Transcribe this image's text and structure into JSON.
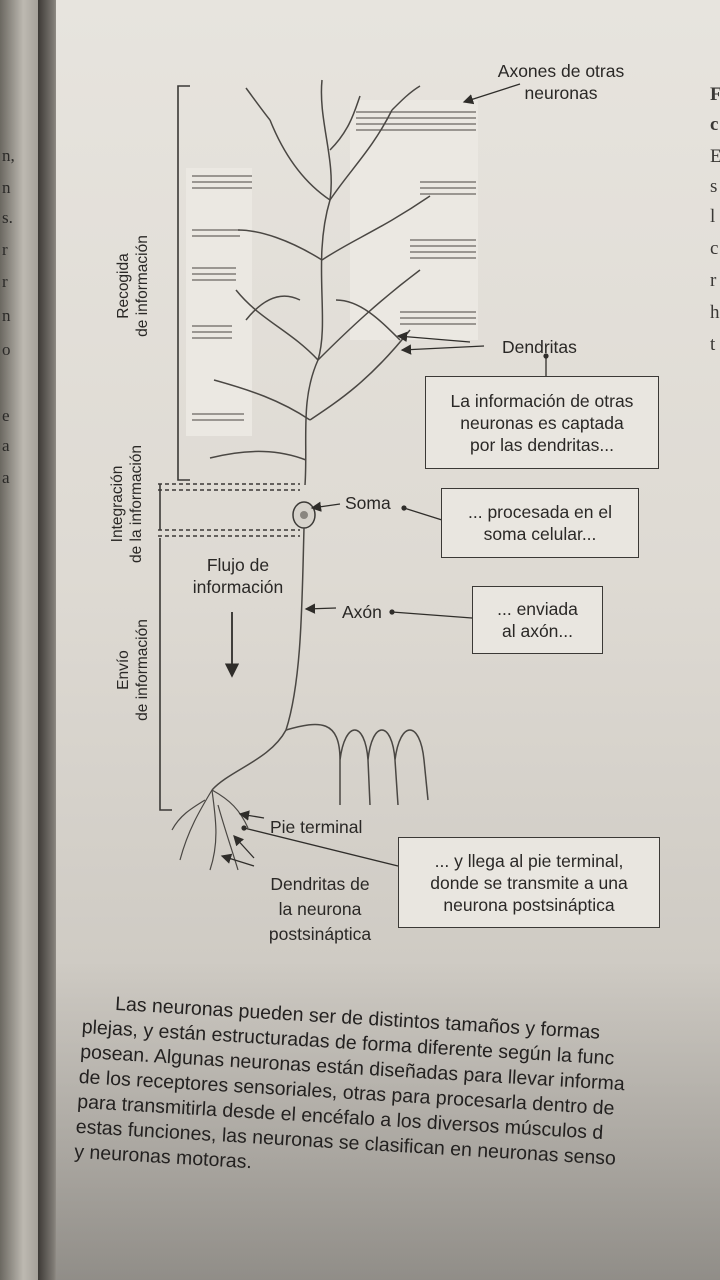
{
  "left_page_fragments": [
    "n,",
    "n",
    "s.",
    "r",
    "r",
    "n",
    "o",
    "e",
    "a",
    "a"
  ],
  "right_column_fragments": [
    "F",
    "c",
    "E",
    "s",
    "l",
    "c",
    "r",
    "h",
    "t"
  ],
  "diagram": {
    "labels": {
      "axones": "Axones de otras\nneuronas",
      "dendritas": "Dendritas",
      "soma": "Soma",
      "axon": "Axón",
      "pie_terminal": "Pie terminal",
      "dendritas_postsinaptica": "Dendritas de\nla neurona\npostsináptica",
      "flujo": "Flujo de\ninformación"
    },
    "stages": {
      "recogida": "Recogida\nde información",
      "integracion": "Integración\nde la información",
      "envio": "Envío\nde información"
    },
    "callouts": {
      "dendritas_box": "La información de otras\nneuronas es captada\npor las dendritas...",
      "soma_box": "... procesada en el\nsoma celular...",
      "axon_box": "... enviada\nal axón...",
      "pie_box": "... y llega al pie terminal,\ndonde se transmite a una\nneurona postsináptica"
    }
  },
  "body_text": {
    "lines": [
      "Las neuronas pueden ser de distintos tamaños y formas",
      "plejas, y están estructuradas de forma diferente según la func",
      "posean. Algunas neuronas están diseñadas para llevar informa",
      "de los receptores sensoriales, otras para procesarla dentro de",
      "para transmitirla desde el encéfalo a los diversos músculos d",
      "estas funciones, las neuronas se clasifican en neuronas senso",
      "y neuronas motoras."
    ]
  }
}
